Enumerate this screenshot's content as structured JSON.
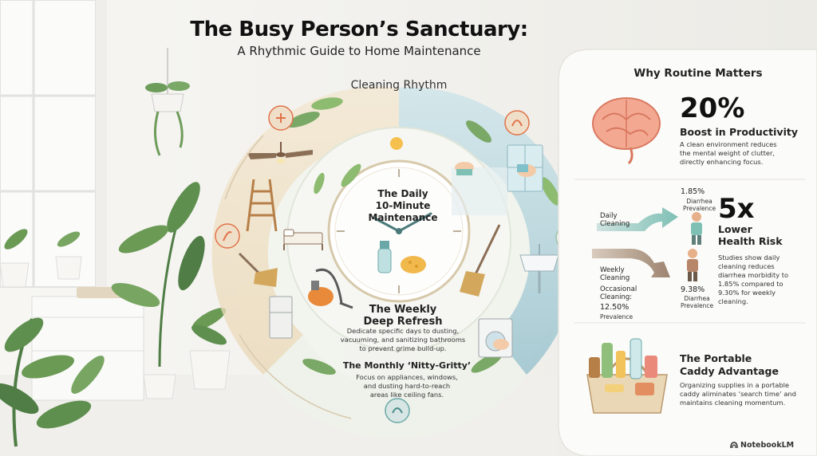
{
  "header": {
    "title": "The Busy Person’s Sanctuary:",
    "subtitle": "A Rhythmic Guide to Home Maintenance"
  },
  "wheel": {
    "label": "Cleaning Rhythm",
    "daily_title": "The Daily\n10-Minute\nMaintenance",
    "weekly_title": "The Weekly\nDeep Refresh",
    "weekly_desc": "Dedicate specific days to dusting,\nvacuuming, and sanitizing bathrooms\nto prevent grime build-up.",
    "monthly_title": "The Monthly ‘Nitty-Gritty’",
    "monthly_desc": "Focus on appliances, windows,\nand dusting hard-to-reach\nareas like ceiling fans."
  },
  "routine": {
    "title": "Why Routine Matters",
    "productivity": {
      "value": "20%",
      "label": "Boost in Productivity",
      "desc": "A clean environment reduces\nthe mental weight of clutter,\ndirectly enhancing focus."
    },
    "health": {
      "value": "5x",
      "label": "Lower\nHealth Risk",
      "desc": "Studies show daily\ncleaning reduces\ndiarrhea morbidity to\n1.85% compared to\n9.30% for weekly\ncleaning.",
      "daily_label": "Daily\nCleaning",
      "weekly_label": "Weekly\nCleaning",
      "occasional_label": "Occasional\nCleaning:",
      "occasional_value": "12.50%",
      "occasional_prev": "Prevalence",
      "daily_value": "1.85%",
      "daily_prev": "Diarrhea\nPrevalence",
      "weekly_value": "9.38%",
      "weekly_prev": "Diarrhea\nPrevalence"
    }
  },
  "caddy": {
    "title": "The Portable\nCaddy Advantage",
    "desc": "Organizing supplies in a portable\ncaddy aliminates ‘search time’ and\nmaintains cleaning momentum."
  },
  "branding": {
    "name": "NotebookLM"
  },
  "colors": {
    "accent_orange": "#e0734a",
    "teal": "#6aa8a8",
    "green": "#6b9a55",
    "brown": "#8b6e56"
  }
}
